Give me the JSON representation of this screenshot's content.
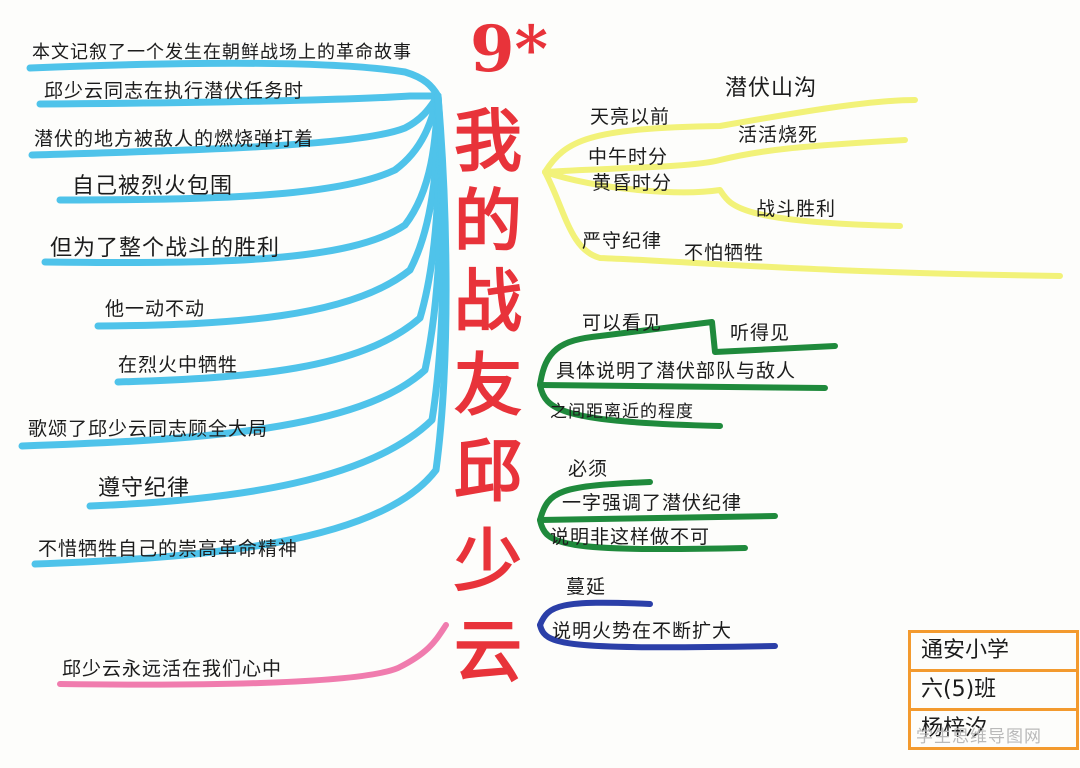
{
  "title": {
    "number": "9*",
    "chars": [
      "我",
      "的",
      "战",
      "友",
      "邱",
      "少",
      "云"
    ]
  },
  "left_branches": [
    "本文记叙了一个发生在朝鲜战场上的革命故事",
    "邱少云同志在执行潜伏任务时",
    "潜伏的地方被敌人的燃烧弹打着",
    "自己被烈火包围",
    "但为了整个战斗的胜利",
    "他一动不动",
    "在烈火中牺牲",
    "歌颂了邱少云同志顾全大局",
    "遵守纪律",
    "不惜牺牲自己的崇高革命精神"
  ],
  "pink_branch": "邱少云永远活在我们心中",
  "yellow_group": {
    "labels": [
      "天亮以前",
      "中午时分",
      "黄昏时分",
      "严守纪律",
      "不怕牺牲"
    ],
    "sub": [
      "潜伏山沟",
      "活活烧死",
      "战斗胜利"
    ]
  },
  "green_group_1": [
    "可以看见",
    "听得见",
    "具体说明了潜伏部队与敌人",
    "之间距离近的程度"
  ],
  "green_group_2": [
    "必须",
    "一字强调了潜伏纪律",
    "说明非这样做不可"
  ],
  "blue_group": [
    "蔓延",
    "说明火势在不断扩大"
  ],
  "info_box": [
    "通安小学",
    "六(5)班",
    "杨梓汐"
  ],
  "watermark": "学生思维导图网",
  "colors": {
    "title": "#e8333a",
    "left": "#4fc3ea",
    "pink": "#f07cae",
    "yellow": "#f2f279",
    "green": "#1f8a3c",
    "blue": "#2b3fa8",
    "box": "#f39a2e"
  }
}
